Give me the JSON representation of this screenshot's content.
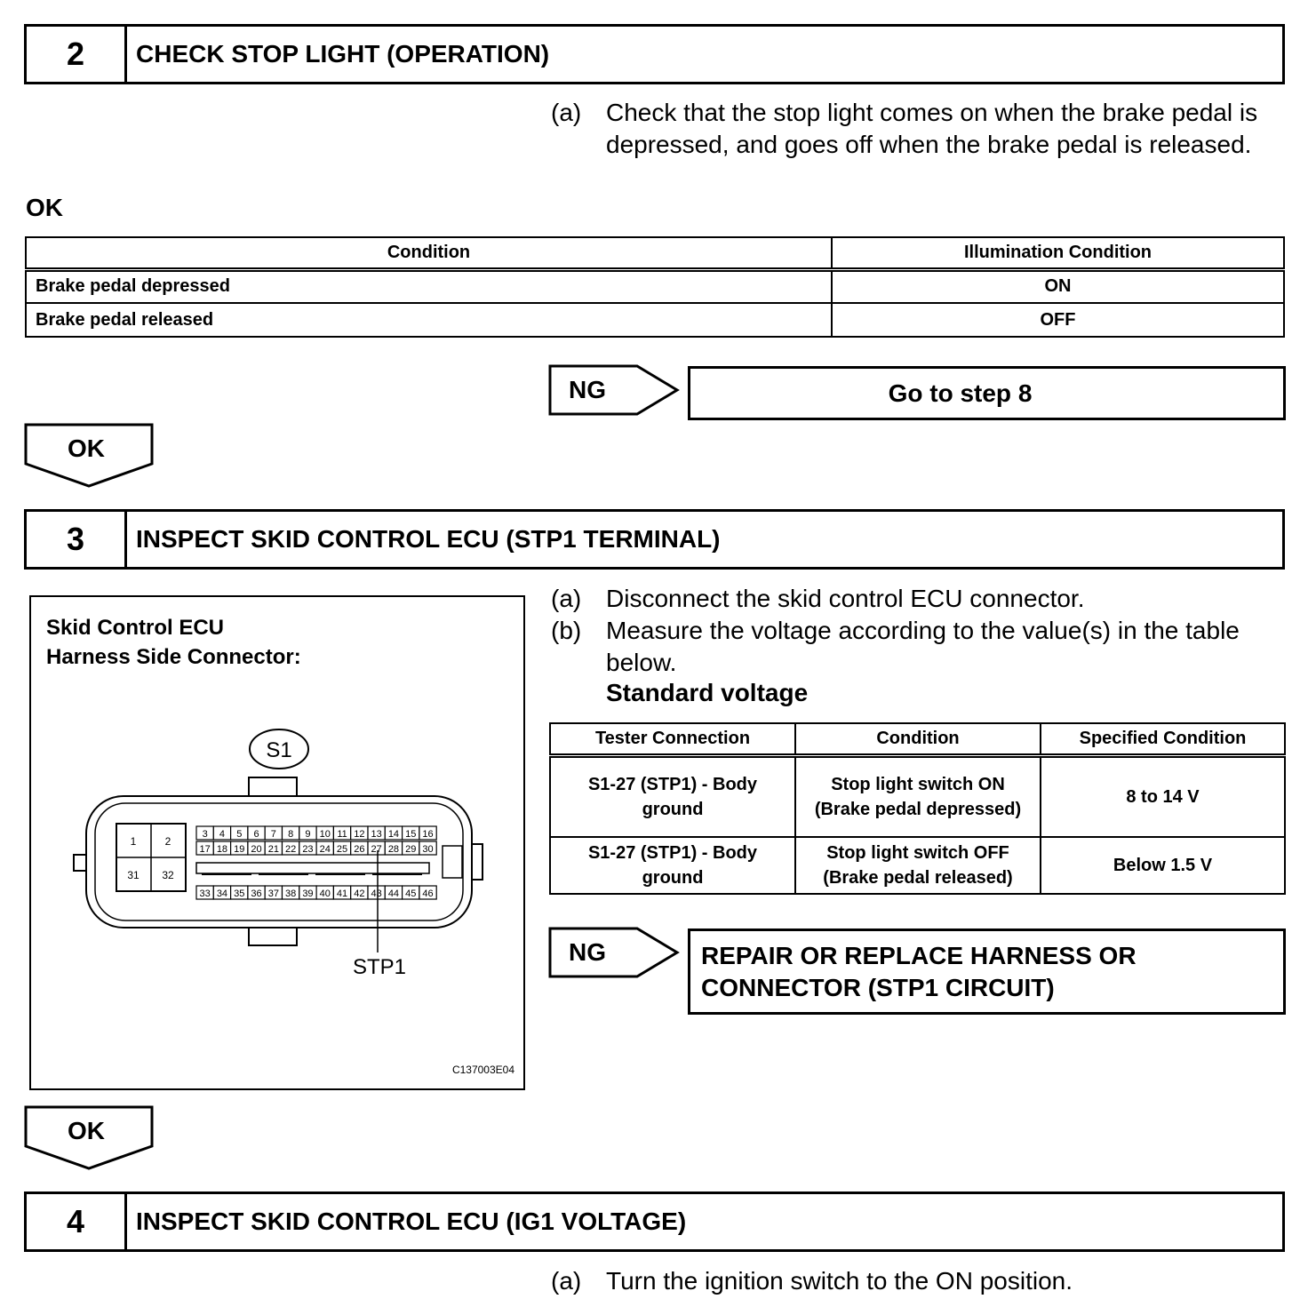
{
  "step2": {
    "number": "2",
    "title": "CHECK STOP LIGHT (OPERATION)",
    "instruction_label": "(a)",
    "instruction": "Check that the stop light comes on when the brake pedal is depressed, and goes off when the brake pedal is released.",
    "ok_heading": "OK",
    "table": {
      "headers": [
        "Condition",
        "Illumination Condition"
      ],
      "rows": [
        [
          "Brake pedal depressed",
          "ON"
        ],
        [
          "Brake pedal released",
          "OFF"
        ]
      ]
    },
    "ng_label": "NG",
    "ng_action": "Go to step 8",
    "ok_label": "OK"
  },
  "step3": {
    "number": "3",
    "title": "INSPECT SKID CONTROL ECU (STP1 TERMINAL)",
    "figure": {
      "caption_line1": "Skid Control ECU",
      "caption_line2": "Harness Side Connector:",
      "connector_id": "S1",
      "pin_label": "STP1",
      "figure_code": "C137003E04",
      "big_pins": [
        "1",
        "2",
        "31",
        "32"
      ],
      "top_pins": [
        "3",
        "4",
        "5",
        "6",
        "7",
        "8",
        "9",
        "10",
        "11",
        "12",
        "13",
        "14",
        "15",
        "16"
      ],
      "mid_pins": [
        "17",
        "18",
        "19",
        "20",
        "21",
        "22",
        "23",
        "24",
        "25",
        "26",
        "27",
        "28",
        "29",
        "30"
      ],
      "bottom_pins": [
        "33",
        "34",
        "35",
        "36",
        "37",
        "38",
        "39",
        "40",
        "41",
        "42",
        "43",
        "44",
        "45",
        "46"
      ]
    },
    "step_a_label": "(a)",
    "step_a": "Disconnect the skid control ECU connector.",
    "step_b_label": "(b)",
    "step_b": "Measure the voltage according to the value(s) in the table below.",
    "standard_heading": "Standard voltage",
    "table": {
      "headers": [
        "Tester Connection",
        "Condition",
        "Specified Condition"
      ],
      "rows": [
        [
          "S1-27 (STP1) - Body ground",
          "Stop light switch ON (Brake pedal depressed)",
          "8 to 14 V"
        ],
        [
          "S1-27 (STP1) - Body ground",
          "Stop light switch OFF (Brake pedal released)",
          "Below 1.5 V"
        ]
      ]
    },
    "ng_label": "NG",
    "ng_action": "REPAIR OR REPLACE HARNESS OR CONNECTOR (STP1 CIRCUIT)",
    "ok_label": "OK"
  },
  "step4": {
    "number": "4",
    "title": "INSPECT SKID CONTROL ECU (IG1 VOLTAGE)",
    "step_a_label": "(a)",
    "step_a": "Turn the ignition switch to the ON position."
  }
}
